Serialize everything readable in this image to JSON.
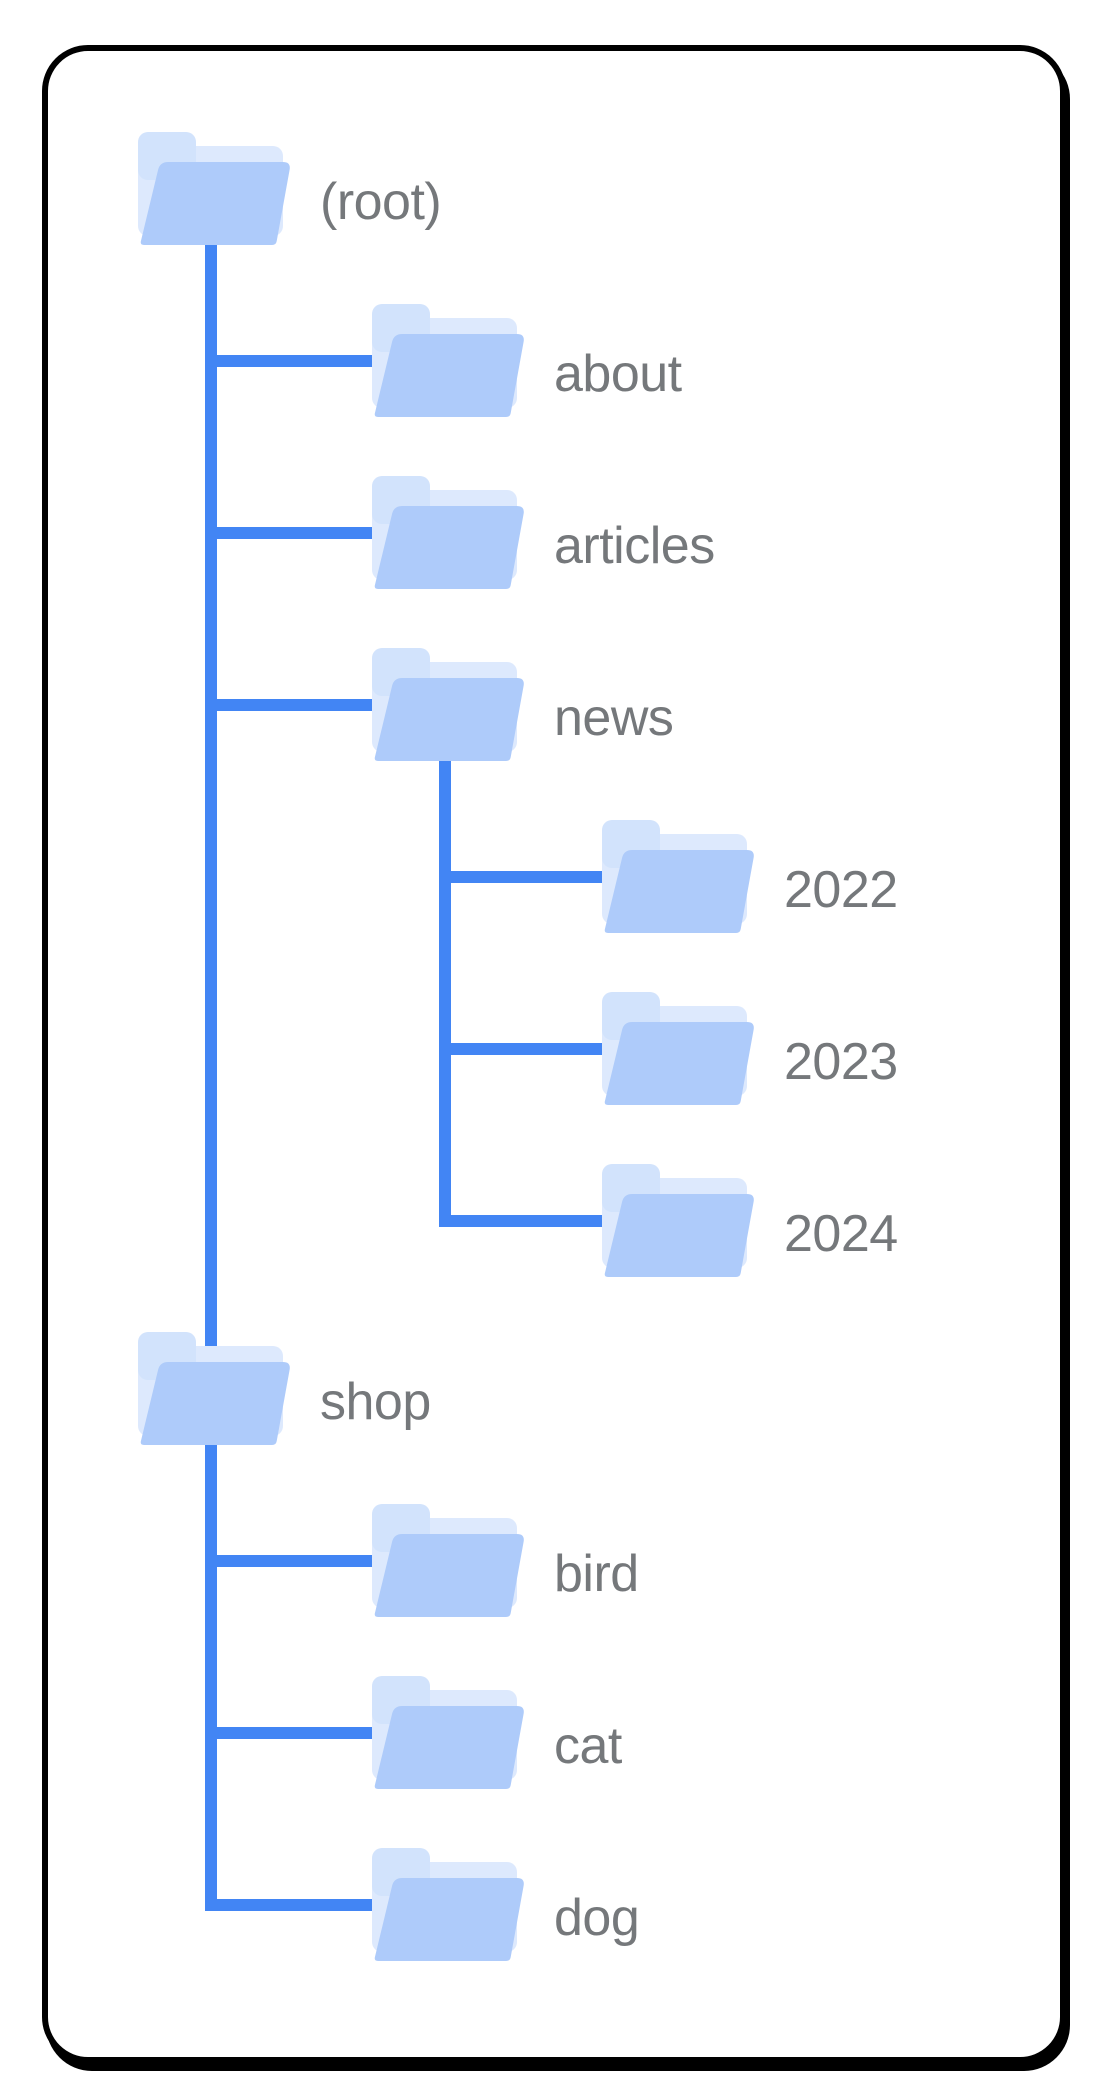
{
  "diagram": {
    "type": "folder-tree",
    "description": "Site directory structure illustration inside a rounded black-bordered card",
    "colors": {
      "connector": "#4285f4",
      "folder_front": "#aecbfa",
      "folder_back": "#dde9fd",
      "folder_tab": "#d2e3fc",
      "label_text": "#75787b",
      "card_border": "#000000",
      "card_background": "#ffffff"
    },
    "tree": {
      "nodes": [
        {
          "id": "root",
          "label": "(root)",
          "parent": null,
          "depth": 0
        },
        {
          "id": "about",
          "label": "about",
          "parent": "(root)",
          "depth": 1
        },
        {
          "id": "articles",
          "label": "articles",
          "parent": "(root)",
          "depth": 1
        },
        {
          "id": "news",
          "label": "news",
          "parent": "(root)",
          "depth": 1
        },
        {
          "id": "2022",
          "label": "2022",
          "parent": "news",
          "depth": 2
        },
        {
          "id": "2023",
          "label": "2023",
          "parent": "news",
          "depth": 2
        },
        {
          "id": "2024",
          "label": "2024",
          "parent": "news",
          "depth": 2
        },
        {
          "id": "shop",
          "label": "shop",
          "parent": "(root)",
          "depth": 0
        },
        {
          "id": "bird",
          "label": "bird",
          "parent": "shop",
          "depth": 1
        },
        {
          "id": "cat",
          "label": "cat",
          "parent": "shop",
          "depth": 1
        },
        {
          "id": "dog",
          "label": "dog",
          "parent": "shop",
          "depth": 1
        }
      ]
    }
  }
}
